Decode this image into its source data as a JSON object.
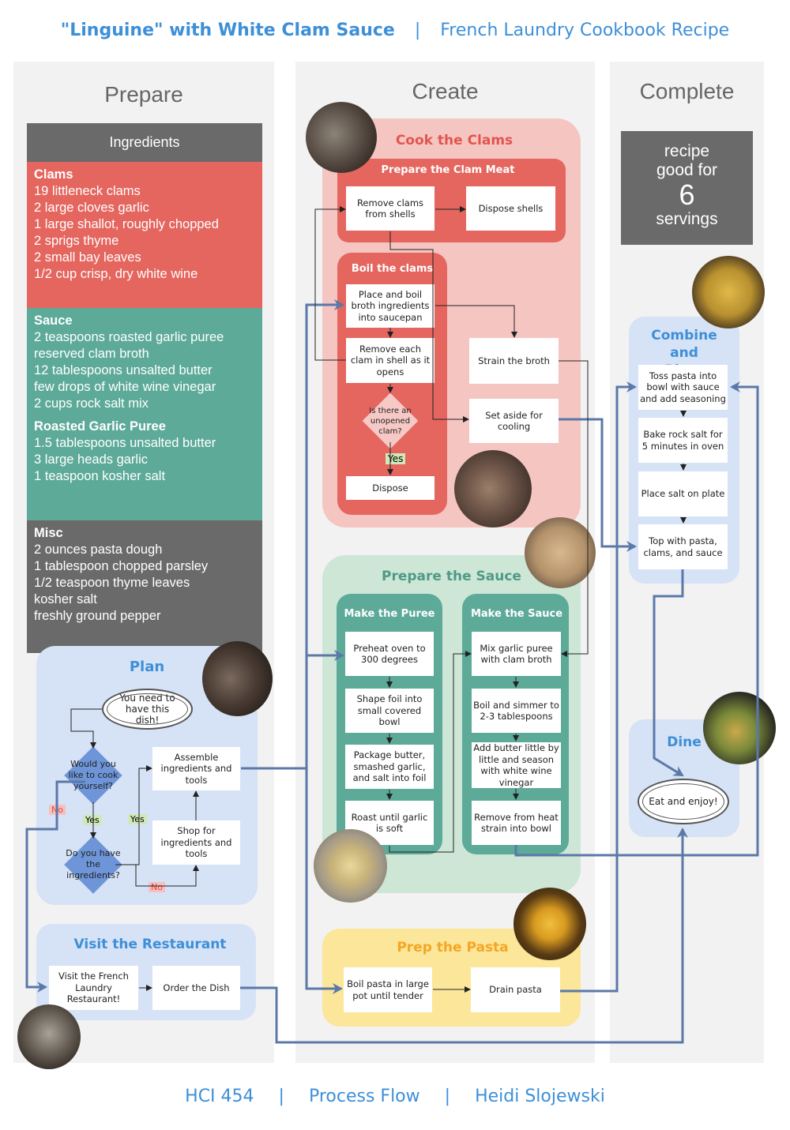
{
  "header": {
    "title": "\"Linguine\" with White Clam Sauce",
    "separator": "|",
    "subtitle": "French Laundry Cookbook Recipe"
  },
  "columns": {
    "prepare": "Prepare",
    "create": "Create",
    "complete": "Complete"
  },
  "ingredients": {
    "heading": "Ingredients",
    "clams": {
      "title": "Clams",
      "items": [
        "19 littleneck clams",
        "2 large cloves garlic",
        "1 large shallot, roughly chopped",
        "2 sprigs thyme",
        "2 small bay leaves",
        "1/2 cup crisp, dry white wine"
      ]
    },
    "sauce": {
      "title": "Sauce",
      "items": [
        "2 teaspoons roasted garlic puree",
        "reserved clam broth",
        "12 tablespoons unsalted butter",
        "few drops of white wine vinegar",
        "2 cups rock salt mix"
      ]
    },
    "garlic": {
      "title": "Roasted Garlic Puree",
      "items": [
        "1.5 tablespoons unsalted butter",
        "3 large heads garlic",
        "1 teaspoon kosher salt"
      ]
    },
    "misc": {
      "title": "Misc",
      "items": [
        "2 ounces pasta dough",
        "1 tablespoon chopped parsley",
        "1/2 teaspoon thyme leaves",
        "kosher salt",
        "freshly ground pepper"
      ]
    }
  },
  "servings": {
    "line1": "recipe",
    "line2": "good for",
    "number": "6",
    "line3": "servings"
  },
  "plan": {
    "title": "Plan",
    "start": "You need to have this dish!",
    "q1": "Would you like to cook yourself?",
    "q2": "Do you have the ingredients?",
    "assemble": "Assemble ingredients and tools",
    "shop": "Shop for ingredients and tools",
    "yes1": "Yes",
    "yes2": "Yes",
    "no1": "No",
    "no2": "No"
  },
  "restaurant": {
    "title": "Visit the Restaurant",
    "visit": "Visit the French Laundry Restaurant!",
    "order": "Order the Dish"
  },
  "cook_clams": {
    "title": "Cook the Clams",
    "meat_title": "Prepare the Clam Meat",
    "remove_shells": "Remove clams from shells",
    "dispose_shells": "Dispose shells",
    "boil_title": "Boil the clams",
    "place_boil": "Place and boil broth ingredients into saucepan",
    "remove_each": "Remove each clam in shell as it opens",
    "question": "Is there an unopened clam?",
    "yes": "Yes",
    "dispose": "Dispose",
    "strain": "Strain the broth",
    "set_aside": "Set aside for cooling"
  },
  "sauce": {
    "title": "Prepare the Sauce",
    "puree_title": "Make the Puree",
    "preheat": "Preheat oven to 300 degrees",
    "shape_foil": "Shape foil into small covered bowl",
    "package": "Package butter, smashed garlic, and salt into foil",
    "roast": "Roast until garlic is soft",
    "sauce_title": "Make the Sauce",
    "mix": "Mix garlic puree with clam broth",
    "boil_simmer": "Boil and simmer to 2-3 tablespoons",
    "add_butter": "Add butter little by little and season with white wine vinegar",
    "remove_heat": "Remove from heat strain into bowl"
  },
  "pasta": {
    "title": "Prep the Pasta",
    "boil": "Boil pasta in large pot until tender",
    "drain": "Drain pasta"
  },
  "combine": {
    "title": "Combine and Plate",
    "toss": "Toss pasta into bowl with sauce and add seasoning",
    "bake": "Bake rock salt for 5 minutes in oven",
    "place": "Place salt on plate",
    "top": "Top with pasta, clams, and sauce"
  },
  "dine": {
    "title": "Dine",
    "eat": "Eat and enjoy!"
  },
  "footer": {
    "course": "HCI 454",
    "sep1": "|",
    "type": "Process Flow",
    "sep2": "|",
    "author": "Heidi Slojewski"
  },
  "colors": {
    "accent": "#3d8fd8",
    "flow": "#5b78a8",
    "clams_red": "#e4665f",
    "sauce_teal": "#5daa98",
    "misc_gray": "#6a6a6a",
    "clam_group": "#f5c5c2",
    "sauce_group": "#cde6d6",
    "pasta_group": "#fbe69a",
    "plan_group": "#d6e2f6"
  }
}
